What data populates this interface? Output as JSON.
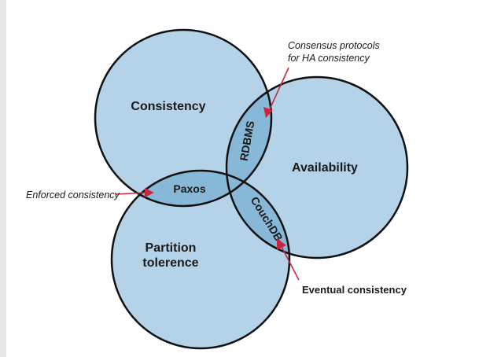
{
  "circles": {
    "consistency": "Consistency",
    "availability": "Availability",
    "partition_line1": "Partition",
    "partition_line2": "tolerence"
  },
  "overlaps": {
    "consistency_availability": "RDBMS",
    "consistency_partition": "Paxos",
    "availability_partition": "CouchDB"
  },
  "callouts": {
    "consensus_line1": "Consensus protocols",
    "consensus_line2": "for HA consistency",
    "enforced": "Enforced consistency",
    "eventual": "Eventual consistency"
  },
  "colors": {
    "circle_fill": "#b4d3e8",
    "overlap_fill": "#88b8d8",
    "stroke": "#111111",
    "arrow": "#c8283c"
  }
}
